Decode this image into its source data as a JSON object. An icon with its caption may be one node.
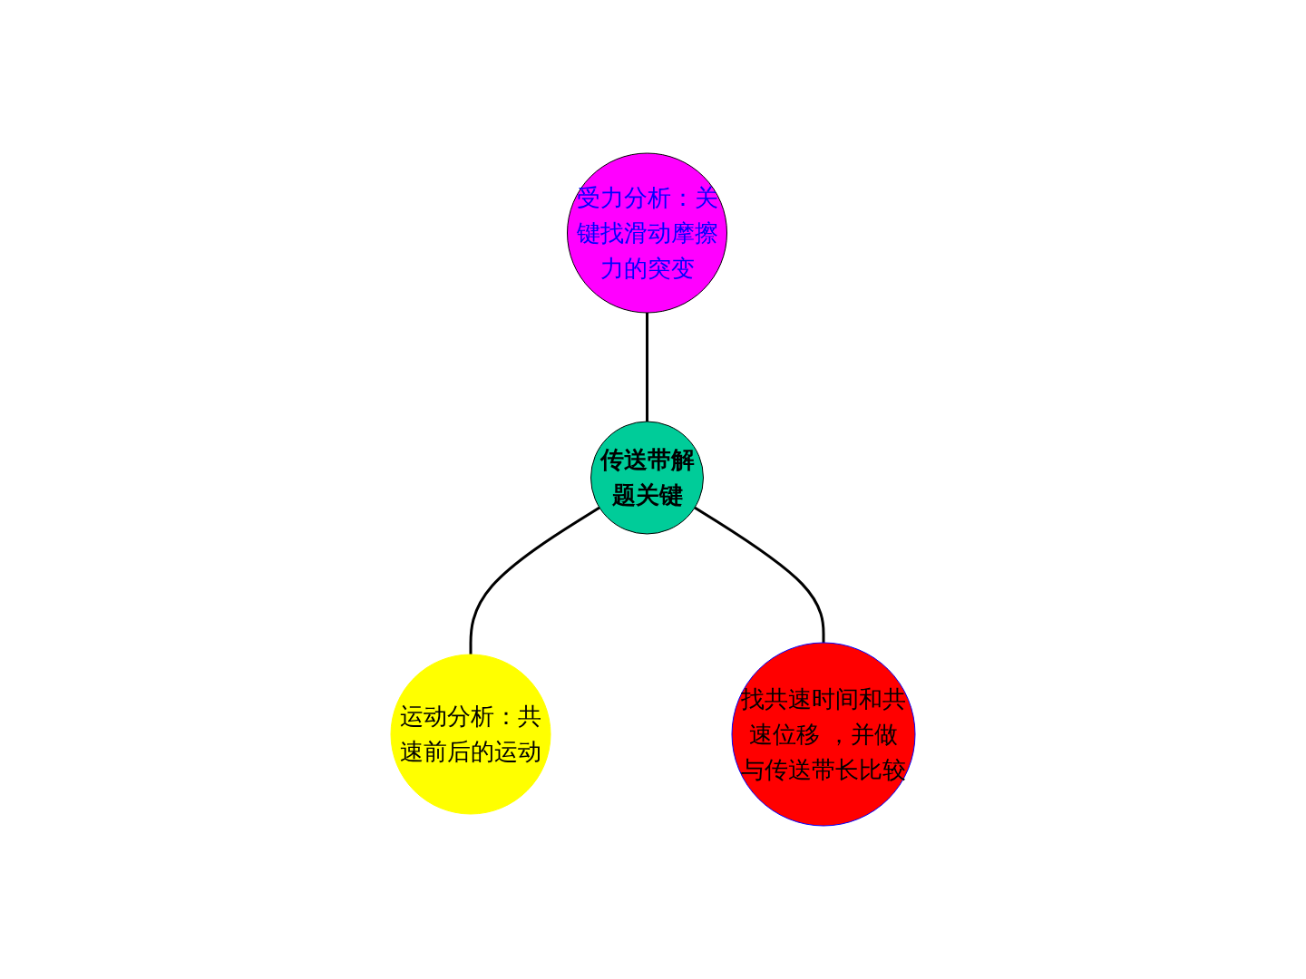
{
  "diagram": {
    "nodes": [
      {
        "text": [
          "受力分析：关键找滑动摩擦力的突变"
        ]
      },
      {
        "text": [
          "传送带解题关键"
        ]
      },
      {
        "text": [
          "运动分析：共速前后的运动"
        ]
      },
      {
        "text": [
          "找共速时间和共速位移 ，并做与传送带长比较"
        ]
      }
    ],
    "edges": [
      {
        "from": 0,
        "to": 1,
        "arrow": "none"
      },
      {
        "from": 1,
        "to": 2,
        "arrow": "none"
      },
      {
        "from": 1,
        "to": 3,
        "arrow": "none"
      }
    ]
  }
}
